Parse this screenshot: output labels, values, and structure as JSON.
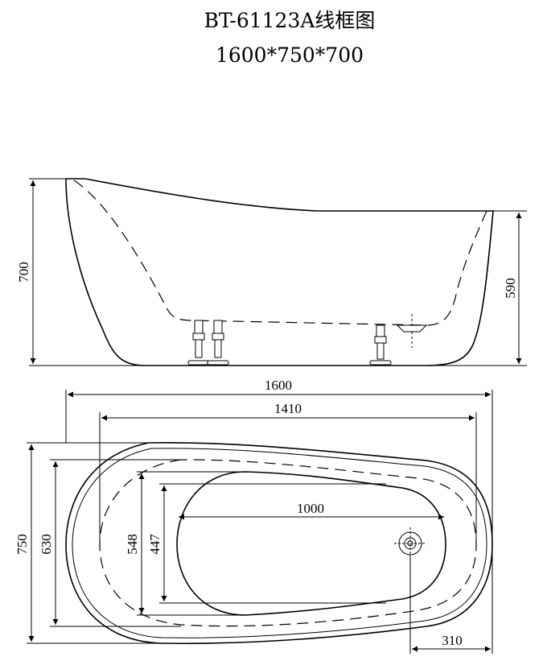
{
  "title": {
    "model": "BT-61123A线框图",
    "size": "1600*750*700"
  },
  "dimensions": {
    "height_total": "700",
    "height_rim": "590",
    "length_total": "1600",
    "length_inner": "1410",
    "width_total": "750",
    "width_inner": "630",
    "width_bottom": "548",
    "width_floor": "447",
    "floor_length": "1000",
    "drain_offset": "310"
  }
}
